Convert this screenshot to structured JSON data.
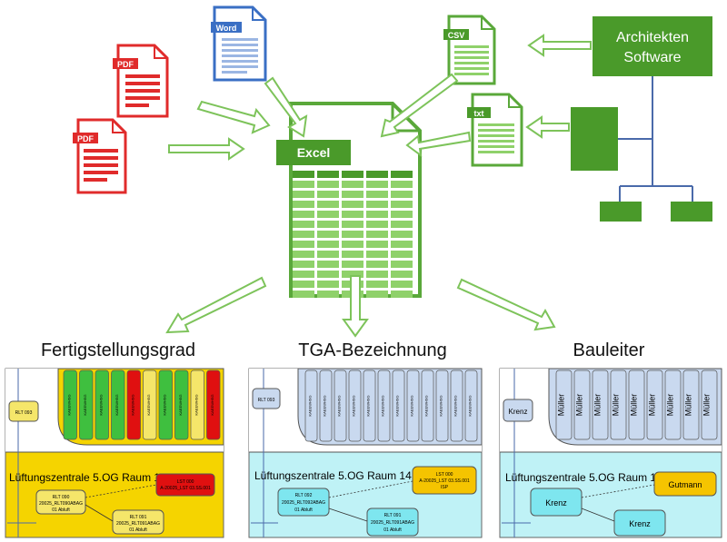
{
  "files": {
    "word_label": "Word",
    "pdf_label": "PDF",
    "csv_label": "CSV",
    "txt_label": "txt",
    "excel_label": "Excel"
  },
  "architect": {
    "line1": "Architekten",
    "line2": "Software"
  },
  "outputs": {
    "left_title": "Fertigstellungsgrad",
    "mid_title": "TGA-Bezeichnung",
    "right_title": "Bauleiter"
  },
  "panels": {
    "room_title": "Lüftungszentrale 5.OG Raum 14",
    "rlt": "RLT 093",
    "left_node1_line1": "RLT 090",
    "left_node1_line2": "20025_RLT090ABAG",
    "left_node1_line3": "01   Abluft",
    "left_node2_line1": "RLT 091",
    "left_node2_line2": "20025_RLT091ABAG",
    "left_node2_line3": "01   Abluft",
    "left_lst_line1": "LST 000",
    "left_lst_line2": "A-20025_LST 03.SS.001",
    "mid_node1_line1": "RLT 092",
    "mid_node1_line2": "20025_RLT092ABAG",
    "mid_node1_line3": "01   Abluft",
    "mid_node2_line1": "RLT 091",
    "mid_node2_line2": "20025_RLT091ABAG",
    "mid_node2_line3": "01   Abluft",
    "mid_lst_line1": "LST 000",
    "mid_lst_line2": "A-20025_LST 03.SS.001",
    "mid_lst_line3": "ISP",
    "krenz": "Krenz",
    "gutmann": "Gutmann",
    "mueller": "Müller",
    "tile_text": "KAEEWHSG"
  },
  "colors": {
    "green_dark": "#4a9a2a",
    "green_light": "#7dc35a",
    "pdf_red": "#e02b2b",
    "word_blue": "#3a6fc4",
    "panel_yellow": "#f5d400",
    "panel_cyan": "#bff2f6",
    "panel_blue": "#c9d9ef"
  }
}
